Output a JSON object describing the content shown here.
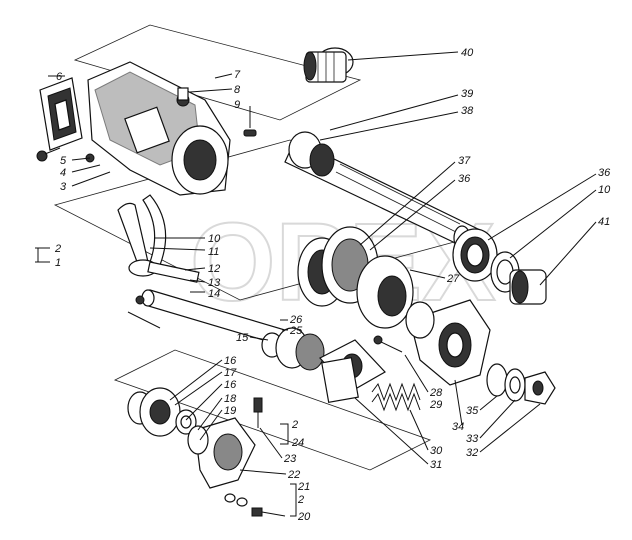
{
  "watermark": {
    "text": "OPEX"
  },
  "labels": [
    {
      "id": "l40",
      "text": "40"
    },
    {
      "id": "l39",
      "text": "39"
    },
    {
      "id": "l38",
      "text": "38"
    },
    {
      "id": "l37",
      "text": "37"
    },
    {
      "id": "l36a",
      "text": "36"
    },
    {
      "id": "l36b",
      "text": "36"
    },
    {
      "id": "l10a",
      "text": "10"
    },
    {
      "id": "l41",
      "text": "41"
    },
    {
      "id": "l6",
      "text": "6"
    },
    {
      "id": "l7",
      "text": "7"
    },
    {
      "id": "l8",
      "text": "8"
    },
    {
      "id": "l9",
      "text": "9"
    },
    {
      "id": "l5",
      "text": "5"
    },
    {
      "id": "l4",
      "text": "4"
    },
    {
      "id": "l3",
      "text": "3"
    },
    {
      "id": "l2a",
      "text": "2"
    },
    {
      "id": "l1",
      "text": "1"
    },
    {
      "id": "l10b",
      "text": "10"
    },
    {
      "id": "l11",
      "text": "11"
    },
    {
      "id": "l12",
      "text": "12"
    },
    {
      "id": "l13",
      "text": "13"
    },
    {
      "id": "l14",
      "text": "14"
    },
    {
      "id": "l27",
      "text": "27"
    },
    {
      "id": "l26",
      "text": "26"
    },
    {
      "id": "l25",
      "text": "25"
    },
    {
      "id": "l15",
      "text": "15"
    },
    {
      "id": "l16a",
      "text": "16"
    },
    {
      "id": "l17",
      "text": "17"
    },
    {
      "id": "l16b",
      "text": "16"
    },
    {
      "id": "l18",
      "text": "18"
    },
    {
      "id": "l19",
      "text": "19"
    },
    {
      "id": "l28",
      "text": "28"
    },
    {
      "id": "l29",
      "text": "29"
    },
    {
      "id": "l2b",
      "text": "2"
    },
    {
      "id": "l24",
      "text": "24"
    },
    {
      "id": "l23",
      "text": "23"
    },
    {
      "id": "l30",
      "text": "30"
    },
    {
      "id": "l31",
      "text": "31"
    },
    {
      "id": "l35",
      "text": "35"
    },
    {
      "id": "l34",
      "text": "34"
    },
    {
      "id": "l33",
      "text": "33"
    },
    {
      "id": "l32",
      "text": "32"
    },
    {
      "id": "l22",
      "text": "22"
    },
    {
      "id": "l21",
      "text": "21"
    },
    {
      "id": "l2c",
      "text": "2"
    },
    {
      "id": "l20",
      "text": "20"
    }
  ]
}
